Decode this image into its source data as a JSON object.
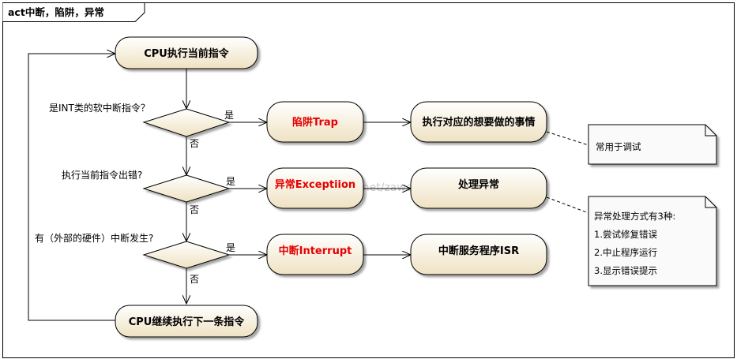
{
  "diagram": {
    "title": "act中断，陷阱，异常",
    "nodes": {
      "start": "CPU执行当前指令",
      "trap": "陷阱Trap",
      "trap_action": "执行对应的想要做的事情",
      "exception": "异常Exceptiion",
      "exception_action": "处理异常",
      "interrupt": "中断Interrupt",
      "isr": "中断服务程序ISR",
      "continue": "CPU继续执行下一条指令"
    },
    "decisions": {
      "d1": "是INT类的软中断指令？",
      "d2": "执行当前指令出错?",
      "d3": "有（外部的硬件）中断发生?"
    },
    "edge_labels": {
      "yes": "是",
      "no": "否"
    },
    "notes": {
      "debug": "常用于调试",
      "exception_title": "异常处理方式有3种:",
      "exception_items": [
        "1.尝试修复错误",
        "2.中止程序运行",
        "3.显示错误提示"
      ]
    },
    "watermark": "http://blog.csdn.net/zawell",
    "colors": {
      "node_fill_top": "#ffffff",
      "node_fill_bottom": "#f2e6c8",
      "red_text": "#e60000",
      "note_fill": "#fafafa"
    }
  }
}
